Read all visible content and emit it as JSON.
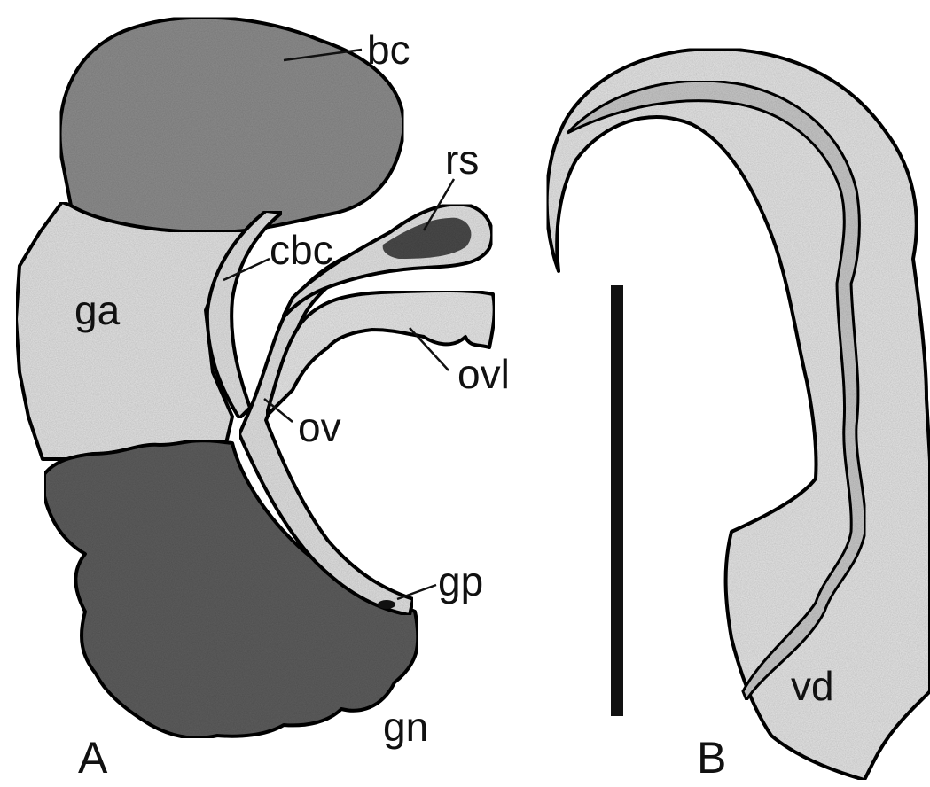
{
  "panels": {
    "a": {
      "label": "A"
    },
    "b": {
      "label": "B"
    }
  },
  "labels": {
    "bc": "bc",
    "rs": "rs",
    "cbc": "cbc",
    "ga": "ga",
    "ovl": "ovl",
    "ov": "ov",
    "gp": "gp",
    "gn": "gn",
    "vd": "vd"
  },
  "colors": {
    "dark_tissue": "#6e6e6e",
    "mid_tissue": "#9a9a9a",
    "light_tissue": "#e6e6e6",
    "outline": "#111111",
    "background": "#ffffff"
  }
}
